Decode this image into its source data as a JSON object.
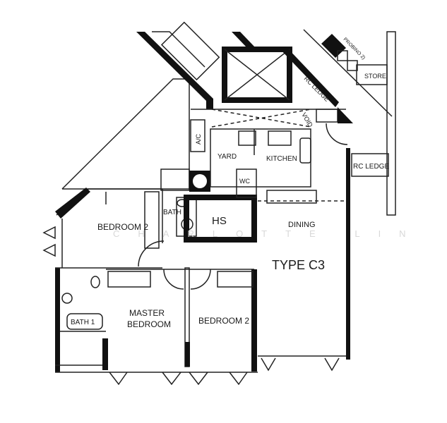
{
  "plan": {
    "type_label": "TYPE C3",
    "rooms": {
      "bedroom_2_left": "BEDROOM 2",
      "bath": "BATH",
      "hs": "HS",
      "dining": "DINING",
      "master_bedroom_line1": "MASTER",
      "master_bedroom_line2": "BEDROOM",
      "bedroom_2_right": "BEDROOM 2",
      "bath_1": "BATH 1",
      "yard": "YARD",
      "kitchen": "KITCHEN",
      "wc": "WC",
      "ac": "A/C",
      "void": "VOID",
      "rc_ledge_top": "RC LEDGE",
      "rc_ledge_right": "RC LEDGE",
      "store": "STORE",
      "recess": "PROBINO 2)"
    },
    "watermark": "CHARLOTTE LIN",
    "colors": {
      "wall": "#111111",
      "line": "#222222",
      "watermark": "#d8d8d8"
    }
  }
}
